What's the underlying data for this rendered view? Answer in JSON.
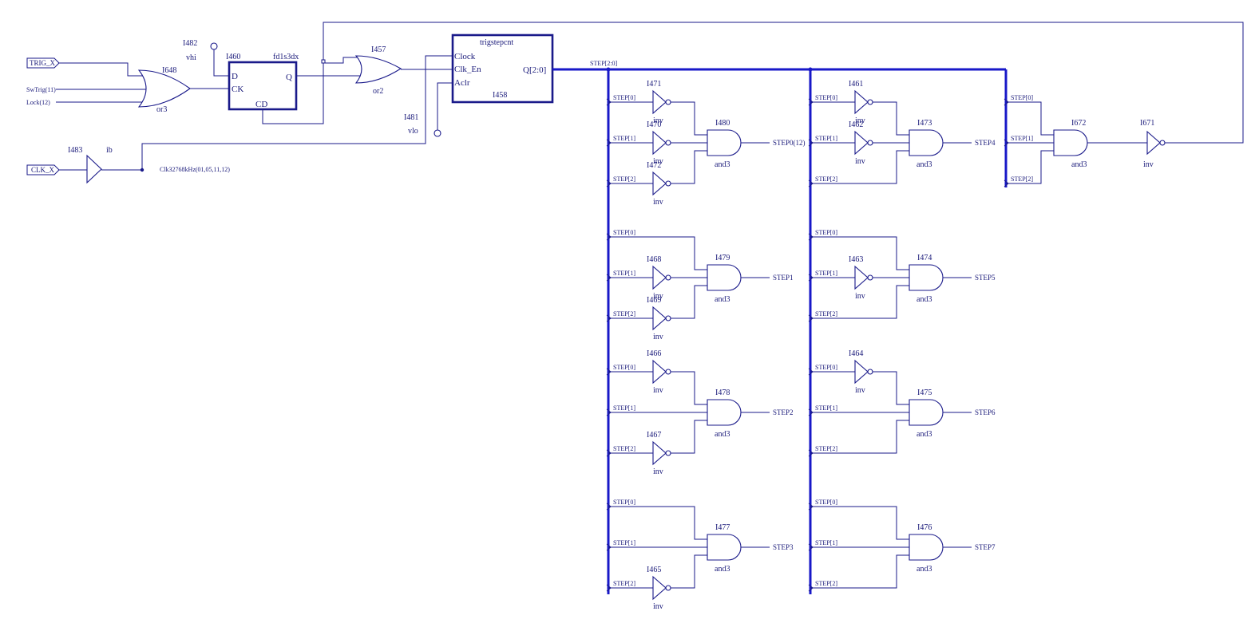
{
  "ports": {
    "trig": "TRIG_X",
    "clk": "CLK_X"
  },
  "nets": {
    "swtrig": "SwTrig(11)",
    "lock": "Lock(12)",
    "clk_net": "Clk32768kHz(01,05,11,12)",
    "bus": "STEP[2:0]",
    "s0": "STEP[0]",
    "s1": "STEP[1]",
    "s2": "STEP[2]"
  },
  "parts": {
    "or3_ref": "I648",
    "or3_type": "or3",
    "vhi_ref": "I482",
    "vhi_type": "vhi",
    "ff_ref": "I460",
    "ff_type": "fd1s3dx",
    "ff_d": "D",
    "ff_ck": "CK",
    "ff_q": "Q",
    "ff_cd": "CD",
    "or2_ref": "I457",
    "or2_type": "or2",
    "vlo_ref": "I481",
    "vlo_type": "vlo",
    "ib_ref": "I483",
    "ib_type": "ib",
    "cnt_type": "trigstepcnt",
    "cnt_ref": "I458",
    "cnt_clock": "Clock",
    "cnt_clken": "Clk_En",
    "cnt_aclr": "Aclr",
    "cnt_q": "Q[2:0]",
    "and_type": "and3",
    "inv_type": "inv"
  },
  "decoders": [
    {
      "and_ref": "I480",
      "out": "STEP0(12)",
      "invs": [
        "I471",
        "I470",
        "I472"
      ]
    },
    {
      "and_ref": "I479",
      "out": "STEP1",
      "invs": [
        "",
        "I468",
        "I469"
      ]
    },
    {
      "and_ref": "I478",
      "out": "STEP2",
      "invs": [
        "I466",
        "",
        "I467"
      ]
    },
    {
      "and_ref": "I477",
      "out": "STEP3",
      "invs": [
        "",
        "",
        "I465"
      ]
    },
    {
      "and_ref": "I473",
      "out": "STEP4",
      "invs": [
        "I461",
        "I462",
        ""
      ]
    },
    {
      "and_ref": "I474",
      "out": "STEP5",
      "invs": [
        "",
        "I463",
        ""
      ]
    },
    {
      "and_ref": "I475",
      "out": "STEP6",
      "invs": [
        "I464",
        "",
        ""
      ]
    },
    {
      "and_ref": "I476",
      "out": "STEP7",
      "invs": [
        "",
        "",
        ""
      ]
    }
  ],
  "feedback": {
    "and_ref": "I672",
    "inv_ref": "I671"
  },
  "colors": {
    "wire": "#1a1a8a",
    "bus": "#1818c8",
    "text": "#1a1a7a"
  }
}
